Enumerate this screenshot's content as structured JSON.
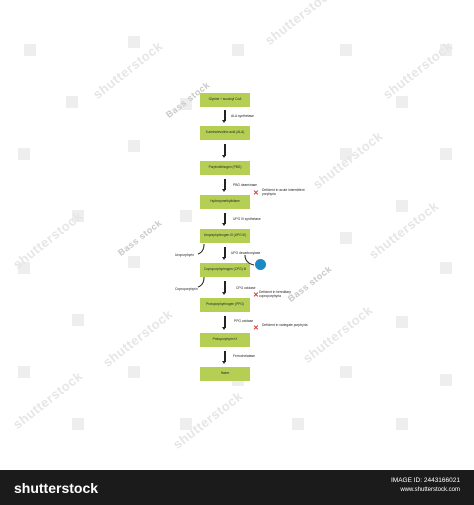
{
  "watermark": {
    "text": "shutterstock",
    "credit": "Bass stock"
  },
  "diagram": {
    "boxes": [
      "Glycine + succinyl CoA",
      "δ-aminolevulinic acid (ALA)",
      "Porphobilinogen (PBG)",
      "Hydroxymethylbilane",
      "Uroporphyrinogen III (UPG III)",
      "Coproporphyrinogen (CPG) III",
      "Protoporphyrinogen (PPG)",
      "Protoporphyrin IX",
      "Haem"
    ],
    "enzymes": [
      "ALA synthetase",
      "PBG deaminase",
      "UPG III synthetase",
      "UPG decarboxylase",
      "CPG oxidase",
      "PPG oxidase",
      "Ferrochelatase"
    ],
    "deficiencies": [
      "Deficient in acute intermittent porphyria",
      "Deficient in hereditary coproporphyria",
      "Deficient in variegate porphyria"
    ],
    "side_products": [
      "Uroporphyrin",
      "Coproporphyrin"
    ],
    "colors": {
      "box": "#b5cf54",
      "cross": "#d93030",
      "dot": "#1a8ac4"
    }
  },
  "footer": {
    "brand": "shutterstock",
    "id_line": "IMAGE ID: 2443166021",
    "url": "www.shutterstock.com"
  }
}
